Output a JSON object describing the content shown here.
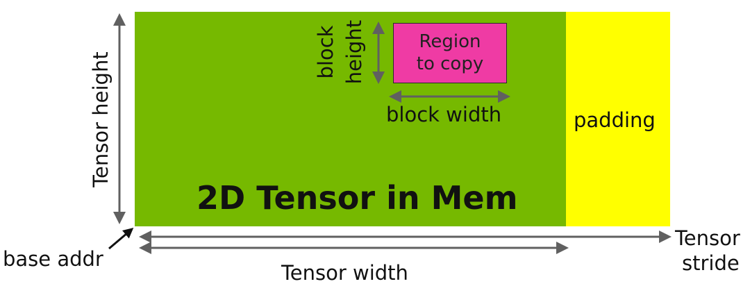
{
  "colors": {
    "tensor": "#76b900",
    "padding": "#ffff00",
    "region": "#ef3ba4",
    "arrow": "#606060",
    "pointer": "#111111"
  },
  "diagram": {
    "title": "2D Tensor in Mem",
    "region_label_line1": "Region",
    "region_label_line2": "to copy",
    "padding_label": "padding",
    "block_height_line1": "block",
    "block_height_line2": "height",
    "block_width_label": "block width",
    "tensor_height_label": "Tensor height",
    "tensor_width_label": "Tensor width",
    "tensor_stride_line1": "Tensor",
    "tensor_stride_line2": "stride",
    "base_addr_label": "base addr"
  }
}
